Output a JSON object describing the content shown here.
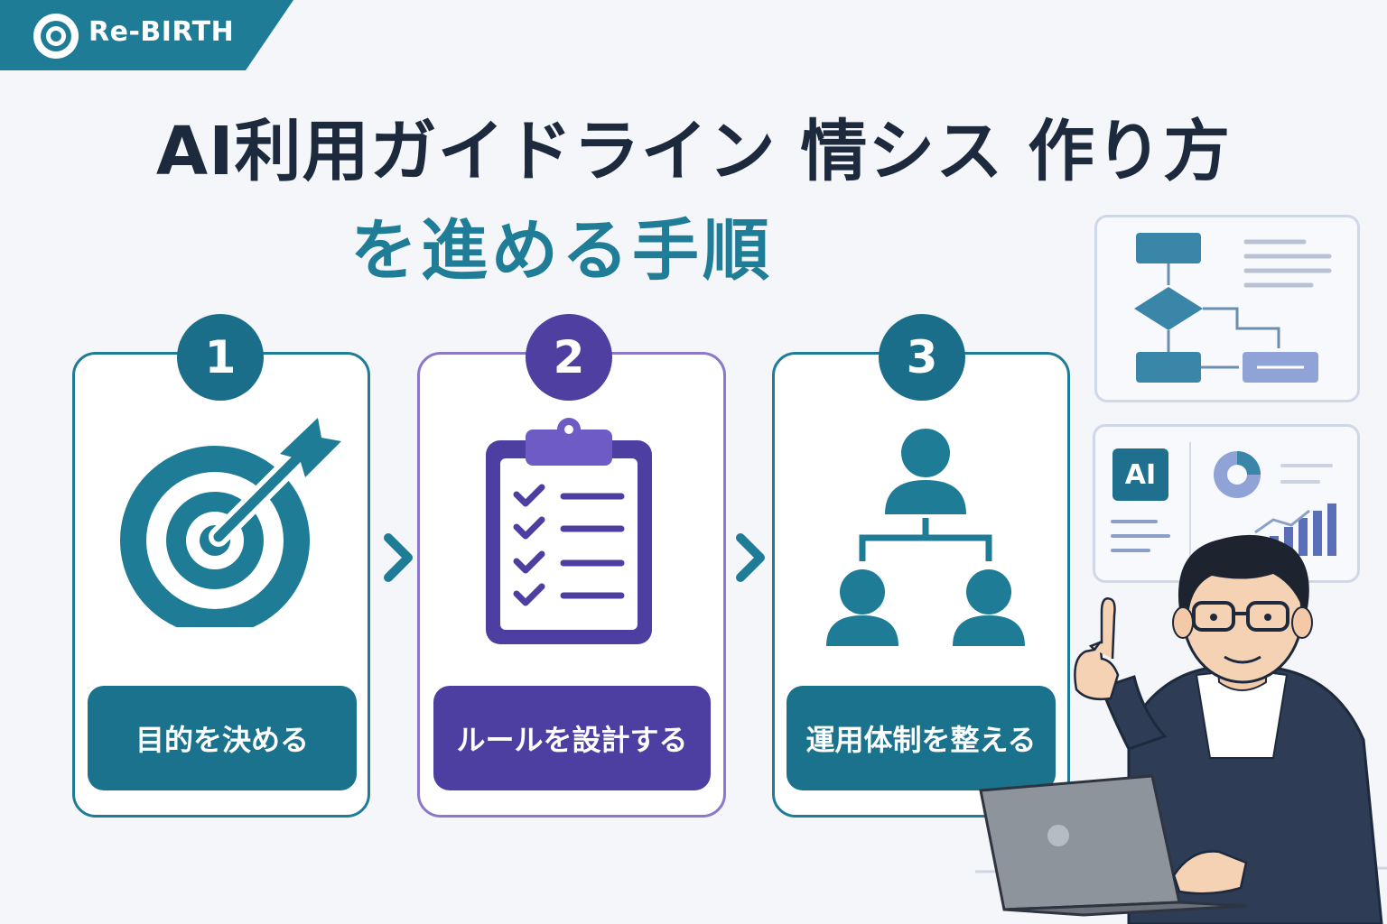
{
  "brand": {
    "name": "Re-BIRTH",
    "color": "#1f7c96"
  },
  "headline": {
    "line1": "AI利用ガイドライン 情シス 作り方",
    "line2": "を進める手順"
  },
  "steps": [
    {
      "number": "1",
      "label": "目的を決める",
      "icon": "target-icon"
    },
    {
      "number": "2",
      "label": "ルールを設計する",
      "icon": "clipboard-checklist-icon"
    },
    {
      "number": "3",
      "label": "運用体制を整える",
      "icon": "org-chart-icon"
    }
  ],
  "side_panel": {
    "ai_badge": "AI"
  },
  "colors": {
    "teal": "#1f7c96",
    "purple": "#4d3fa2",
    "navy": "#1d2a3d"
  }
}
